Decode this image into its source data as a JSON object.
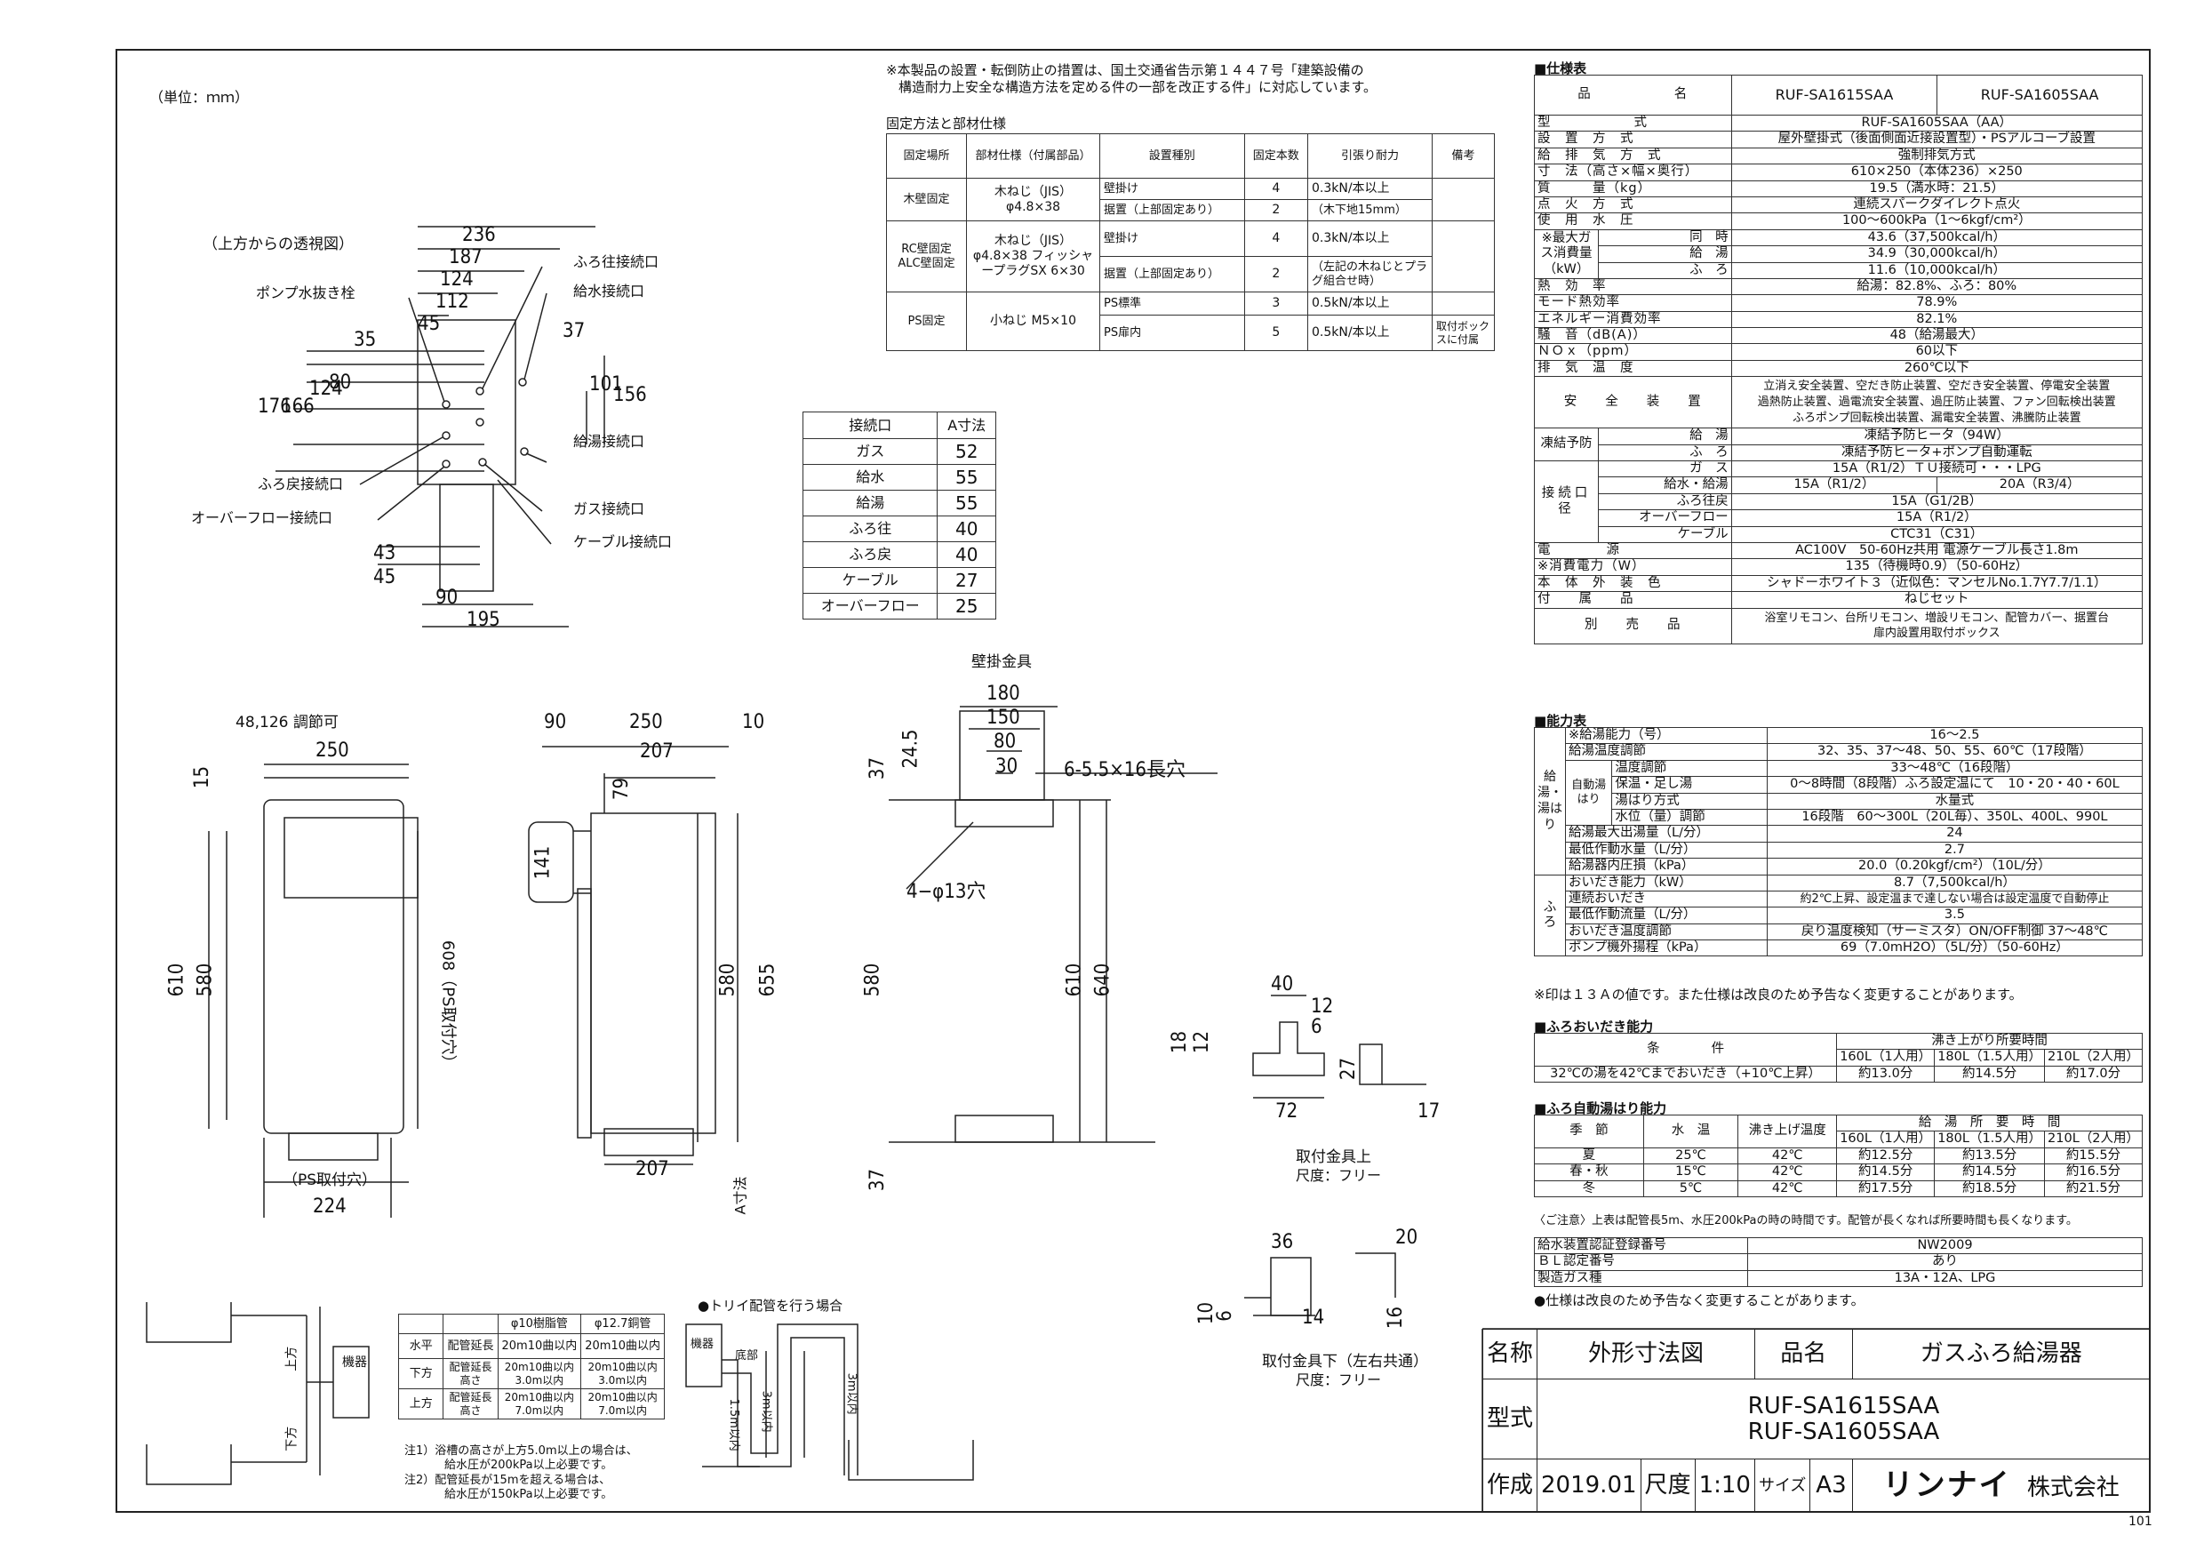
{
  "unit_label": "（単位：ｍｍ）",
  "top_view_label": "（上方からの透視図）",
  "top_view": {
    "dims": [
      "236",
      "187",
      "124",
      "112",
      "45",
      "35",
      "37",
      "80",
      "124",
      "166",
      "176",
      "101",
      "156",
      "43",
      "45",
      "90",
      "195"
    ],
    "labels": [
      "ポンプ水抜き栓",
      "ふろ往接続口",
      "給水接続口",
      "給湯接続口",
      "ふろ戻接続口",
      "オーバーフロー接続口",
      "ガス接続口",
      "ケーブル接続口"
    ]
  },
  "install_note": [
    "※本製品の設置・転倒防止の措置は、国土交通省告示第１４４７号「建築設備の",
    "構造耐力上安全な構造方法を定める件の一部を改正する件」に対応しています。"
  ],
  "fix_title": "固定方法と部材仕様",
  "fix_table": {
    "headers": [
      "固定場所",
      "部材仕様（付属部品）",
      "設置種別",
      "固定本数",
      "引張り耐力",
      "備考"
    ],
    "rows": [
      [
        "木壁固定",
        "木ねじ（JIS）φ4.8×38",
        "壁掛け",
        "4",
        "0.3kN/本以上",
        ""
      ],
      [
        "",
        "",
        "据置（上部固定あり）",
        "2",
        "（木下地15mm）",
        ""
      ],
      [
        "RC壁固定 ALC壁固定",
        "木ねじ（JIS）φ4.8×38 フィッシャープラグSX 6×30",
        "壁掛け",
        "4",
        "0.3kN/本以上",
        ""
      ],
      [
        "",
        "",
        "据置（上部固定あり）",
        "2",
        "（左記の木ねじとプラグ組合せ時）",
        ""
      ],
      [
        "PS固定",
        "小ねじ M5×10",
        "PS標準",
        "3",
        "0.5kN/本以上",
        ""
      ],
      [
        "",
        "",
        "PS扉内",
        "5",
        "0.5kN/本以上",
        "取付ボックスに付属"
      ]
    ]
  },
  "a_table": {
    "headers": [
      "接続口",
      "A寸法"
    ],
    "rows": [
      [
        "ガス",
        "52"
      ],
      [
        "給水",
        "55"
      ],
      [
        "給湯",
        "55"
      ],
      [
        "ふろ往",
        "40"
      ],
      [
        "ふろ戻",
        "40"
      ],
      [
        "ケーブル",
        "27"
      ],
      [
        "オーバーフロー",
        "25"
      ]
    ]
  },
  "front_view": {
    "dims": [
      "48,126 調節可",
      "250",
      "15",
      "610",
      "580",
      "608（PS取付穴）",
      "（PS取付穴）",
      "224"
    ]
  },
  "side_view": {
    "dims": [
      "90",
      "250",
      "10",
      "207",
      "79",
      "141",
      "580",
      "655",
      "207",
      "A寸法"
    ]
  },
  "bracket": {
    "title": "壁掛金具",
    "dims": [
      "180",
      "150",
      "80",
      "30",
      "37",
      "24.5",
      "6-5.5×16長穴",
      "4−φ13穴",
      "580",
      "610",
      "640",
      "37"
    ]
  },
  "upper_fitting": {
    "dims": [
      "40",
      "12",
      "6",
      "18",
      "12",
      "27",
      "72",
      "17"
    ],
    "title": "取付金具上",
    "scale": "尺度：フリー"
  },
  "lower_fitting": {
    "dims": [
      "36",
      "20",
      "10",
      "6",
      "14",
      "16"
    ],
    "title": "取付金具下（左右共通）",
    "scale": "尺度：フリー"
  },
  "pipe_table": {
    "headers": [
      "",
      "",
      "φ10樹脂管",
      "φ12.7銅管"
    ],
    "rows": [
      [
        "水平",
        "配管延長",
        "20m10曲以内",
        "20m10曲以内"
      ],
      [
        "下方",
        "配管延長 高さ",
        "20m10曲以内 3.0m以内",
        "20m10曲以内 3.0m以内"
      ],
      [
        "上方",
        "配管延長 高さ",
        "20m10曲以内 7.0m以内",
        "20m10曲以内 7.0m以内"
      ]
    ],
    "notes": [
      "注1）浴槽の高さが上方5.0m以上の場合は、",
      "給水圧が200kPa以上必要です。",
      "注2）配管延長が15mを超える場合は、",
      "給水圧が150kPa以上必要です。"
    ],
    "labels": [
      "機器",
      "上方",
      "下方"
    ]
  },
  "trap": {
    "title": "●トリイ配管を行う場合",
    "labels": [
      "機器",
      "底部",
      "3m以内",
      "3m以内",
      "1.5m以内"
    ]
  },
  "spec": {
    "title": "■仕様表",
    "model_label": "品　　　　　　名",
    "models": [
      "RUF-SA1615SAA",
      "RUF-SA1605SAA"
    ],
    "rows": [
      [
        "型　　　　　　式",
        "RUF-SA1605SAA（AA）"
      ],
      [
        "設　置　方　式",
        "屋外壁掛式（後面側面近接設置型）・PSアルコーブ設置"
      ],
      [
        "給　排　気　方　式",
        "強制排気方式"
      ],
      [
        "寸　法（高さ×幅×奥行）",
        "610×250（本体236）×250"
      ],
      [
        "質　　　量（kg）",
        "19.5（満水時：21.5）"
      ],
      [
        "点　火　方　式",
        "連続スパークダイレクト点火"
      ],
      [
        "使　用　水　圧",
        "100〜600kPa（1〜6kgf/cm²）"
      ]
    ],
    "gas_label": "※最大ガス消費量（kW）",
    "gas_rows": [
      [
        "同　時",
        "43.6（37,500kcal/h）"
      ],
      [
        "給　湯",
        "34.9（30,000kcal/h）"
      ],
      [
        "ふ　ろ",
        "11.6（10,000kcal/h）"
      ]
    ],
    "rows2": [
      [
        "熱　効　率",
        "給湯：82.8%、ふろ：80%"
      ],
      [
        "モード熱効率",
        "78.9%"
      ],
      [
        "エネルギー消費効率",
        "82.1%"
      ],
      [
        "騒　音（dB(A)）",
        "48（給湯最大）"
      ],
      [
        "ＮＯｘ（ppm）",
        "60以下"
      ],
      [
        "排　気　温　度",
        "260℃以下"
      ]
    ],
    "safety_label": "安　　全　　装　　置",
    "safety": [
      "立消え安全装置、空だき防止装置、空だき安全装置、停電安全装置",
      "過熱防止装置、過電流安全装置、過圧防止装置、ファン回転検出装置",
      "ふろポンプ回転検出装置、漏電安全装置、沸騰防止装置"
    ],
    "freeze_label": "凍結予防",
    "freeze": [
      [
        "給　湯",
        "凍結予防ヒータ（94W）"
      ],
      [
        "ふ　ろ",
        "凍結予防ヒータ+ポンプ自動運転"
      ]
    ],
    "conn_label": "接続口径",
    "conn": [
      [
        "ガ　ス",
        "15A（R1/2）ＴＵ接続可・・・LPG"
      ],
      [
        "給水・給湯",
        "15A（R1/2）",
        "20A（R3/4）"
      ],
      [
        "ふろ往戻",
        "15A（G1/2B）"
      ],
      [
        "オーバーフロー",
        "15A（R1/2）"
      ],
      [
        "ケーブル",
        "CTC31（C31）"
      ]
    ],
    "rows3": [
      [
        "電　　　　源",
        "AC100V　50-60Hz共用 電源ケーブル長さ1.8m"
      ],
      [
        "※消費電力（W）",
        "135（待機時0.9）（50-60Hz）"
      ],
      [
        "本　体　外　装　色",
        "シャドーホワイト３（近似色：マンセルNo.1.7Y7.7/1.1）"
      ],
      [
        "付　　属　　品",
        "ねじセット"
      ]
    ],
    "sold_label": "別　　売　　品",
    "sold": [
      "浴室リモコン、台所リモコン、増設リモコン、配管カバー、据置台",
      "扉内設置用取付ボックス"
    ]
  },
  "perf": {
    "title": "■能力表",
    "rows": [
      [
        "",
        "※給湯能力（号）",
        "16〜2.5"
      ],
      [
        "",
        "給湯温度調節",
        "32、35、37〜48、50、55、60℃（17段階）"
      ],
      [
        "自動湯はり",
        "温度調節",
        "33〜48℃（16段階）"
      ],
      [
        "",
        "保温・足し湯",
        "0〜8時間（8段階）ふろ設定温にて　10・20・40・60L"
      ],
      [
        "",
        "湯はり方式",
        "水量式"
      ],
      [
        "",
        "水位（量）調節",
        "16段階　60〜300L（20L毎）、350L、400L、990L"
      ],
      [
        "",
        "給湯最大出湯量（L/分）",
        "24"
      ],
      [
        "",
        "最低作動水量（L/分）",
        "2.7"
      ],
      [
        "",
        "給湯器内圧損（kPa）",
        "20.0（0.20kgf/cm²）（10L/分）"
      ],
      [
        "",
        "おいだき能力（kW）",
        "8.7（7,500kcal/h）"
      ],
      [
        "",
        "連続おいだき",
        "約2℃上昇、設定温まで達しない場合は設定温度で自動停止"
      ],
      [
        "",
        "最低作動流量（L/分）",
        "3.5"
      ],
      [
        "",
        "おいだき温度調節",
        "戻り温度検知（サーミスタ）ON/OFF制御 37〜48℃"
      ],
      [
        "",
        "ポンプ機外揚程（kPa）",
        "69（7.0mH2O）（5L/分）（50-60Hz）"
      ]
    ],
    "group1": "給湯・湯はり",
    "group2": "ふろ",
    "note": "※印は１３Ａの値です。また仕様は改良のため予告なく変更することがあります。"
  },
  "oidaki": {
    "title": "■ふろおいだき能力",
    "head1": "条　　　　件",
    "head2": "沸き上がり所要時間",
    "cols": [
      "160L（1人用）",
      "180L（1.5人用）",
      "210L（2人用）"
    ],
    "row": [
      "32℃の湯を42℃までおいだき（+10℃上昇）",
      "約13.0分",
      "約14.5分",
      "約17.0分"
    ]
  },
  "auto": {
    "title": "■ふろ自動湯はり能力",
    "heads": [
      "季　節",
      "水　温",
      "沸き上げ温度",
      "給　湯　所　要　時　間"
    ],
    "cols": [
      "160L（1人用）",
      "180L（1.5人用）",
      "210L（2人用）"
    ],
    "rows": [
      [
        "夏",
        "25℃",
        "42℃",
        "約12.5分",
        "約13.5分",
        "約15.5分"
      ],
      [
        "春・秋",
        "15℃",
        "42℃",
        "約14.5分",
        "約14.5分",
        "約16.5分"
      ],
      [
        "冬",
        "5℃",
        "42℃",
        "約17.5分",
        "約18.5分",
        "約21.5分"
      ]
    ],
    "note": "〈ご注意〉上表は配管長5m、水圧200kPaの時の時間です。配管が長くなれば所要時間も長くなります。"
  },
  "cert": {
    "rows": [
      [
        "給水装置認証登録番号",
        "NW2009"
      ],
      [
        "ＢＬ認定番号",
        "あり"
      ],
      [
        "製造ガス種",
        "13A・12A、LPG"
      ]
    ],
    "note": "●仕様は改良のため予告なく変更することがあります。"
  },
  "title_block": {
    "name_label": "名称",
    "name": "外形寸法図",
    "product_label": "品名",
    "product": "ガスふろ給湯器",
    "model_label": "型式",
    "models": [
      "RUF-SA1615SAA",
      "RUF-SA1605SAA"
    ],
    "made_label": "作成",
    "date": "2019.01",
    "scale_label": "尺度",
    "scale": "1:10",
    "size_label": "サイズ",
    "size": "A3",
    "company_logo": "リンナイ",
    "company": "株式会社"
  },
  "page_num": "101"
}
